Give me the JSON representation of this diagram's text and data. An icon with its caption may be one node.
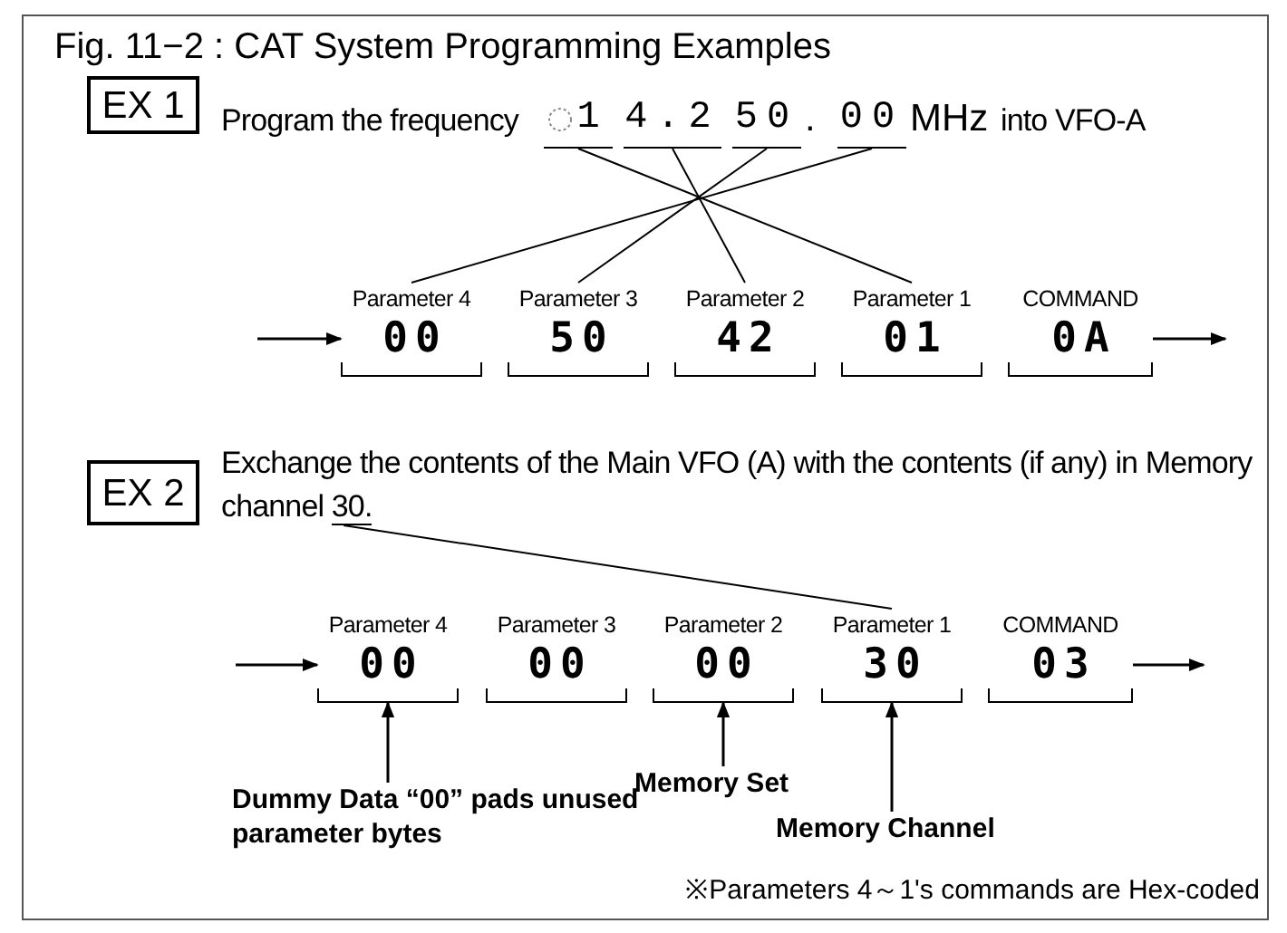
{
  "diagram": {
    "title": "Fig. 11−2 : CAT System Programming Examples",
    "nodes": [
      {
        "text": [
          "EX 1"
        ]
      },
      {
        "text": [
          "1"
        ]
      },
      {
        "text": [
          "4.2"
        ]
      },
      {
        "text": [
          "50"
        ]
      },
      {
        "text": [
          "00"
        ]
      },
      {
        "text": [
          "Parameter 4",
          "00"
        ]
      },
      {
        "text": [
          "Parameter 3",
          "50"
        ]
      },
      {
        "text": [
          "Parameter 2",
          "42"
        ]
      },
      {
        "text": [
          "Parameter 1",
          "01"
        ]
      },
      {
        "text": [
          "COMMAND",
          "0A"
        ]
      },
      {
        "text": [
          "EX 2"
        ]
      },
      {
        "text": [
          "30."
        ]
      },
      {
        "text": [
          "Parameter 4",
          "00"
        ]
      },
      {
        "text": [
          "Parameter 3",
          "00"
        ]
      },
      {
        "text": [
          "Parameter 2",
          "00"
        ]
      },
      {
        "text": [
          "Parameter 1",
          "30"
        ]
      },
      {
        "text": [
          "COMMAND",
          "03"
        ]
      },
      {
        "text": [
          "Dummy Data “00” pads unused parameter bytes"
        ]
      },
      {
        "text": [
          "Memory Set"
        ]
      },
      {
        "text": [
          "Memory Channel"
        ]
      }
    ],
    "edges": [
      {
        "from": 1,
        "to": 8,
        "arrow": "none"
      },
      {
        "from": 2,
        "to": 7,
        "arrow": "none"
      },
      {
        "from": 3,
        "to": 6,
        "arrow": "none"
      },
      {
        "from": 4,
        "to": 5,
        "arrow": "none"
      },
      {
        "from": null,
        "to": 5,
        "arrow": "to"
      },
      {
        "from": 9,
        "to": null,
        "arrow": "to"
      },
      {
        "from": 11,
        "to": 15,
        "arrow": "none"
      },
      {
        "from": null,
        "to": 12,
        "arrow": "to"
      },
      {
        "from": 16,
        "to": null,
        "arrow": "to"
      },
      {
        "from": 17,
        "to": 12,
        "arrow": "to"
      },
      {
        "from": 18,
        "to": 14,
        "arrow": "to"
      },
      {
        "from": 19,
        "to": 15,
        "arrow": "to"
      }
    ],
    "labels": [
      "Program the frequency",
      ".",
      "MHz",
      "into VFO-A",
      "Exchange the contents of the Main VFO (A) with the contents (if any) in Memory channel",
      "※Parameters 4～1's commands are Hex-coded"
    ]
  }
}
